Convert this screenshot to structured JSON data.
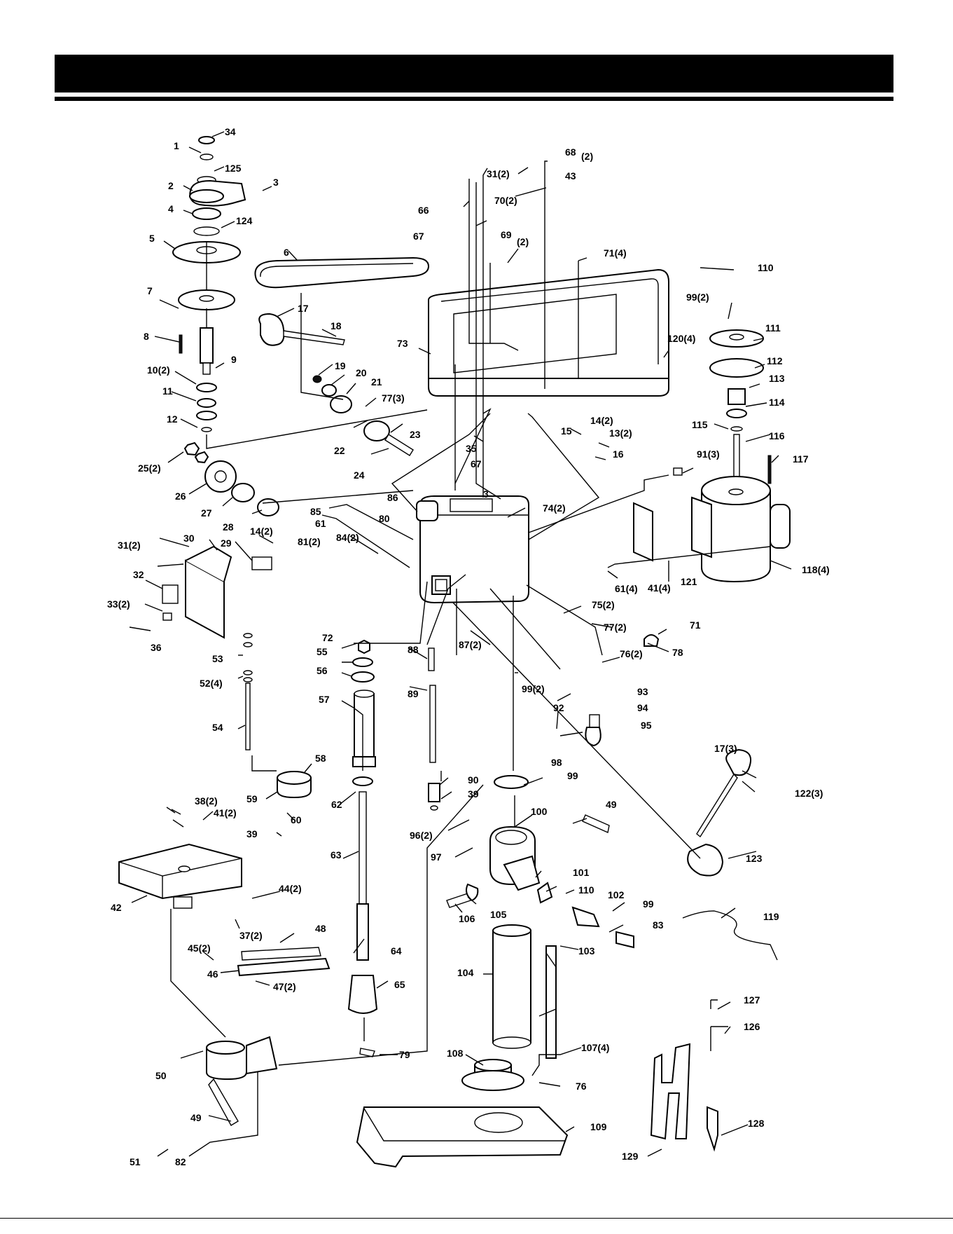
{
  "header": {
    "title": ""
  },
  "labels": [
    "34",
    "1",
    "125",
    "2",
    "3",
    "4",
    "124",
    "5",
    "6",
    "7",
    "8",
    "9",
    "10(2)",
    "11",
    "12",
    "17",
    "18",
    "19",
    "20",
    "21",
    "77(3)",
    "22",
    "23",
    "24",
    "25(2)",
    "26",
    "27",
    "28",
    "31(2)",
    "70(2)",
    "66",
    "67",
    "69",
    "(2)",
    "68",
    "(2)",
    "43",
    "71(4)",
    "73",
    "14(2)",
    "15",
    "13(2)",
    "16",
    "35",
    "67",
    "3",
    "86",
    "74(2)",
    "80",
    "85",
    "61",
    "14(2)",
    "81(2)",
    "84(2)",
    "30",
    "31(2)",
    "29",
    "32",
    "33(2)",
    "36",
    "110",
    "99(2)",
    "111",
    "120(4)",
    "112",
    "113",
    "114",
    "115",
    "116",
    "117",
    "91(3)",
    "121",
    "61(4)",
    "41(4)",
    "118(4)",
    "75(2)",
    "77(2)",
    "71",
    "78",
    "76(2)",
    "87(2)",
    "99(2)",
    "92",
    "93",
    "94",
    "95",
    "72",
    "55",
    "56",
    "53",
    "52(4)",
    "54",
    "57",
    "88",
    "89",
    "90",
    "39",
    "58",
    "59",
    "60",
    "39",
    "62",
    "63",
    "64",
    "65",
    "98",
    "99",
    "100",
    "49",
    "96(2)",
    "97",
    "101",
    "110",
    "102",
    "99",
    "83",
    "105",
    "106",
    "17(3)",
    "122(3)",
    "123",
    "119",
    "38(2)",
    "41(2)",
    "42",
    "44(2)",
    "37(2)",
    "48",
    "45(2)",
    "46",
    "47(2)",
    "104",
    "103",
    "127",
    "126",
    "107(4)",
    "108",
    "76",
    "109",
    "128",
    "129",
    "50",
    "49",
    "51",
    "82",
    "79"
  ]
}
